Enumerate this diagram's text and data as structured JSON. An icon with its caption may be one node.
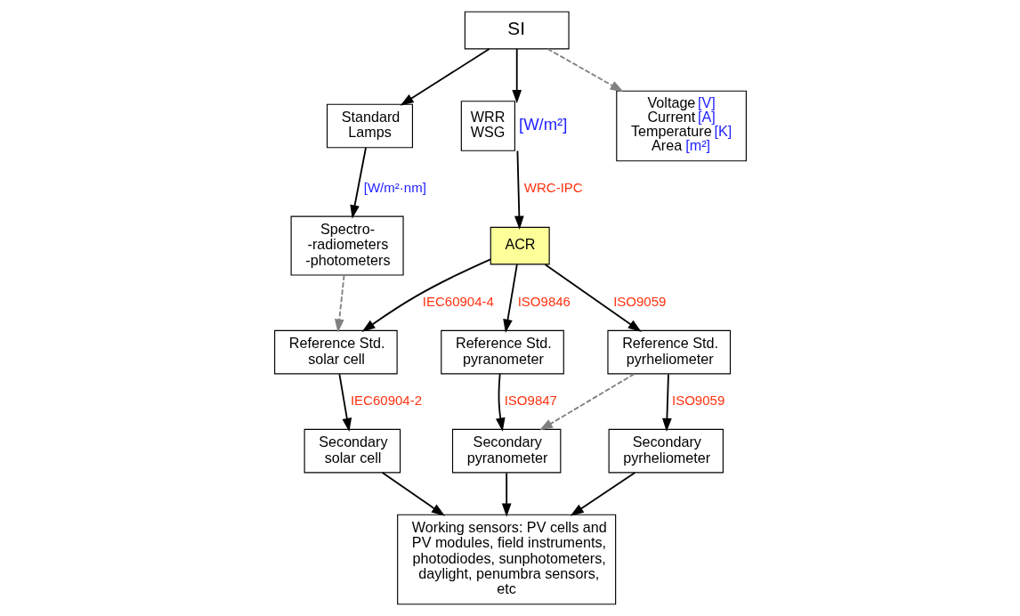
{
  "diagram": {
    "nodes": [
      {
        "text": [
          "SI"
        ]
      },
      {
        "text": [
          "Standard Lamps"
        ]
      },
      {
        "text": [
          "WRR WSG"
        ],
        "beside": [
          "[W/m²]"
        ]
      },
      {
        "text": [
          "Voltage [V]",
          "Current [A]",
          "Temperature [K]",
          "Area [m²]"
        ]
      },
      {
        "text": [
          "Spectro- -radiometers -photometers"
        ]
      },
      {
        "text": [
          "ACR"
        ]
      },
      {
        "text": [
          "Reference Std. solar cell"
        ]
      },
      {
        "text": [
          "Reference Std. pyranometer"
        ]
      },
      {
        "text": [
          "Reference Std. pyrheliometer"
        ]
      },
      {
        "text": [
          "Secondary solar cell"
        ]
      },
      {
        "text": [
          "Secondary pyranometer"
        ]
      },
      {
        "text": [
          "Secondary pyrheliometer"
        ]
      },
      {
        "text": [
          "Working sensors: PV cells and PV modules, field instruments, photodiodes, sunphotometers, daylight, penumbra sensors, etc"
        ]
      }
    ],
    "edges": [
      {
        "from": 0,
        "to": 1,
        "arrow": "to"
      },
      {
        "from": 0,
        "to": 2,
        "arrow": "to"
      },
      {
        "from": 0,
        "to": 3,
        "arrow": "to",
        "style": "dashed",
        "color": "#808080"
      },
      {
        "from": 1,
        "to": 4,
        "arrow": "to",
        "label": "[W/m²·nm]"
      },
      {
        "from": 2,
        "to": 5,
        "arrow": "to",
        "label": "WRC-IPC"
      },
      {
        "from": 4,
        "to": 6,
        "arrow": "to",
        "style": "dashed",
        "color": "#808080"
      },
      {
        "from": 5,
        "to": 6,
        "arrow": "to",
        "label": "IEC60904-4"
      },
      {
        "from": 5,
        "to": 7,
        "arrow": "to",
        "label": "ISO9846"
      },
      {
        "from": 5,
        "to": 8,
        "arrow": "to",
        "label": "ISO9059"
      },
      {
        "from": 6,
        "to": 9,
        "arrow": "to",
        "label": "IEC60904-2"
      },
      {
        "from": 7,
        "to": 10,
        "arrow": "to",
        "label": "ISO9847"
      },
      {
        "from": 8,
        "to": 11,
        "arrow": "to",
        "label": "ISO9059"
      },
      {
        "from": 8,
        "to": 10,
        "arrow": "to",
        "style": "dashed",
        "color": "#808080"
      },
      {
        "from": 9,
        "to": 12,
        "arrow": "to"
      },
      {
        "from": 10,
        "to": 12,
        "arrow": "to"
      },
      {
        "from": 11,
        "to": 12,
        "arrow": "to"
      }
    ]
  }
}
